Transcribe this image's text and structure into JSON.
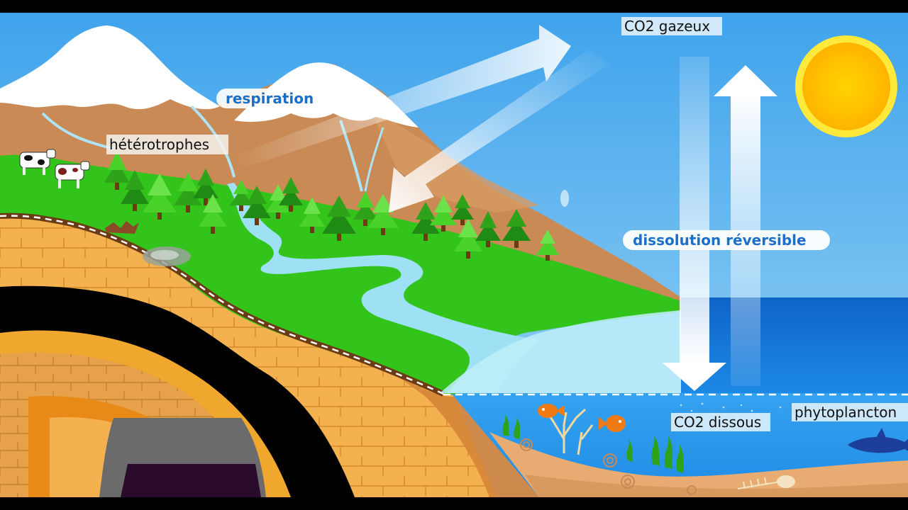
{
  "labels": {
    "co2_gas": "CO2 gazeux",
    "respiration": "respiration",
    "heterotrophs": "hétérotrophes",
    "dissolution": "dissolution réversible",
    "co2_dissolved": "CO2 dissous",
    "phytoplankton": "phytoplancton"
  },
  "colors": {
    "sky": "#4fb0ea",
    "land": "#33c41c",
    "mountain": "#c98a55",
    "sea": "#1f7fe0",
    "sun": "#ffd21a",
    "label_blue": "#1c6fc9",
    "rock_orange": "#f0a72e",
    "rock_black": "#000000"
  },
  "icons": {
    "sun": "sun-icon",
    "cow": "cow-icon",
    "fish": "fish-icon",
    "shark": "shark-icon",
    "tree": "tree-icon",
    "arrow": "arrow-icon"
  }
}
